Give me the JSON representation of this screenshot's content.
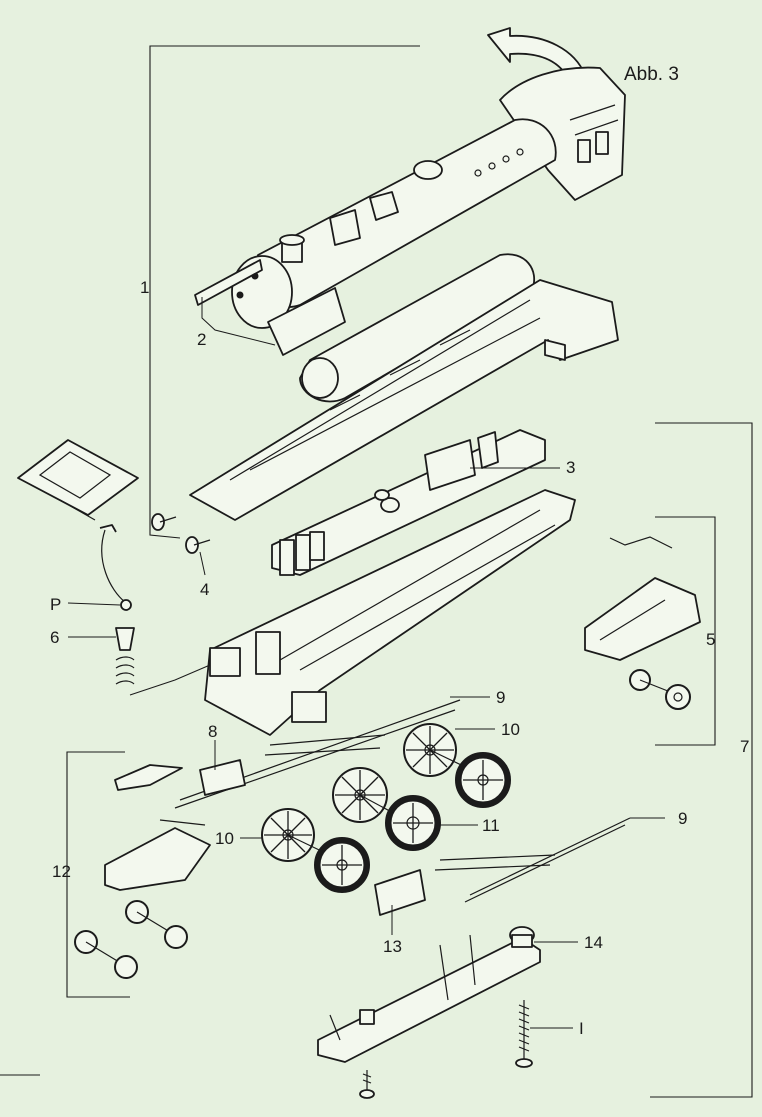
{
  "figure": {
    "title": "Abb. 3",
    "labels": {
      "l1": "1",
      "l2": "2",
      "l3": "3",
      "l4": "4",
      "l5": "5",
      "l6": "6",
      "lP": "P",
      "l7": "7",
      "l8": "8",
      "l9a": "9",
      "l9b": "9",
      "l10a": "10",
      "l10b": "10",
      "l11": "11",
      "l12": "12",
      "l13": "13",
      "l14": "14",
      "lI": "I"
    }
  }
}
